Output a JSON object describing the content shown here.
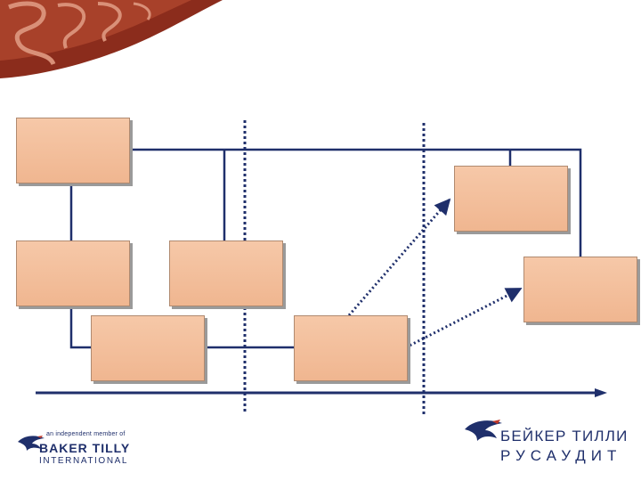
{
  "logos": {
    "left": {
      "tagline": "an independent member of",
      "name_line1": "BAKER TILLY",
      "name_line2": "INTERNATIONAL",
      "icon": "eagle-icon"
    },
    "right": {
      "name_line1": "БЕЙКЕР ТИЛЛИ",
      "name_line2": "РУСАУДИТ",
      "icon": "eagle-icon"
    }
  },
  "colors": {
    "connector": "#1f2f6b",
    "box_fill": "#f4c2a0",
    "header_band": "#8b2c1c"
  }
}
